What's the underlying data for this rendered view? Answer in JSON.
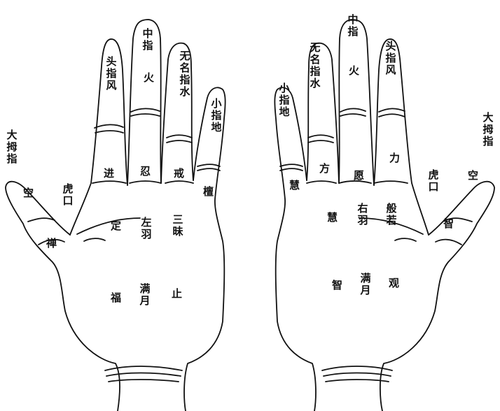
{
  "left_hand": {
    "thumb_label": "大\n拇\n指",
    "thumb_value": "空",
    "tiger_mouth": "虎\n口",
    "index_finger": "头\n指\n风",
    "middle_finger_name": "中\n指",
    "middle_finger_value": "火",
    "ring_finger": "无\n名\n指\n水",
    "little_finger": "小\n指\n地",
    "index_base": "进",
    "middle_base": "忍",
    "ring_base": "戒",
    "little_base": "檀",
    "thumb_base": "禅",
    "palm_ding": "定",
    "palm_name": "左\n羽",
    "palm_samadhi": "三\n昧",
    "palm_fu": "福",
    "palm_moon": "满\n月",
    "palm_zhi": "止"
  },
  "right_hand": {
    "thumb_label": "大\n拇\n指",
    "thumb_value": "空",
    "tiger_mouth": "虎\n口",
    "index_finger": "头\n指\n风",
    "middle_finger_name": "中\n指",
    "middle_finger_value": "火",
    "ring_finger": "无\n名\n指\n水",
    "little_finger": "小\n指\n地",
    "index_base": "力",
    "middle_base": "愿",
    "ring_base": "方",
    "little_base": "慧",
    "thumb_base": "智",
    "palm_hui": "慧",
    "palm_name": "右\n羽",
    "palm_prajna": "般\n若",
    "palm_zhi": "智",
    "palm_moon": "满\n月",
    "palm_guan": "观"
  }
}
